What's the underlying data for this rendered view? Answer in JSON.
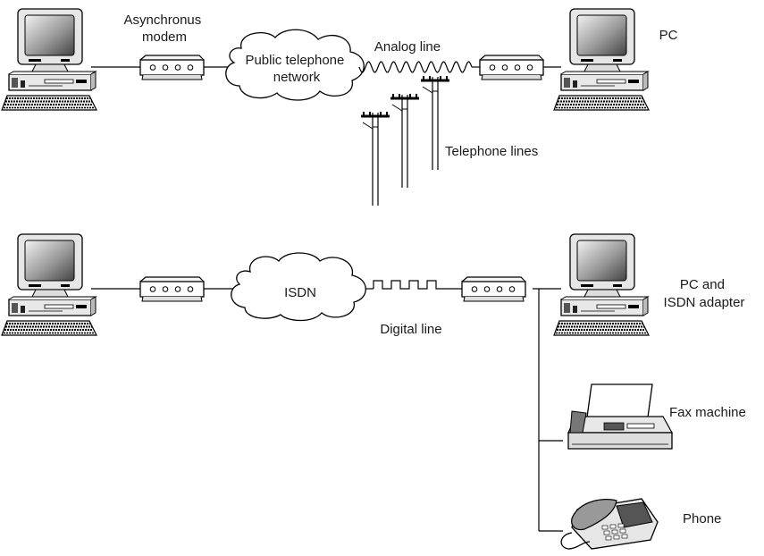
{
  "top_network": {
    "modem_label": [
      "Asynchronus",
      "modem"
    ],
    "cloud_label": [
      "Public telephone",
      "network"
    ],
    "line_label": "Analog line",
    "pc_label": "PC",
    "poles_label": "Telephone lines"
  },
  "bottom_network": {
    "cloud_label": "ISDN",
    "line_label": "Digital line",
    "pc_label": [
      "PC and",
      "ISDN adapter"
    ],
    "fax_label": "Fax machine",
    "phone_label": "Phone"
  },
  "icons": [
    "computer-icon",
    "modem-icon",
    "cloud-icon",
    "telephone-pole-icon",
    "fax-machine-icon",
    "telephone-icon"
  ]
}
